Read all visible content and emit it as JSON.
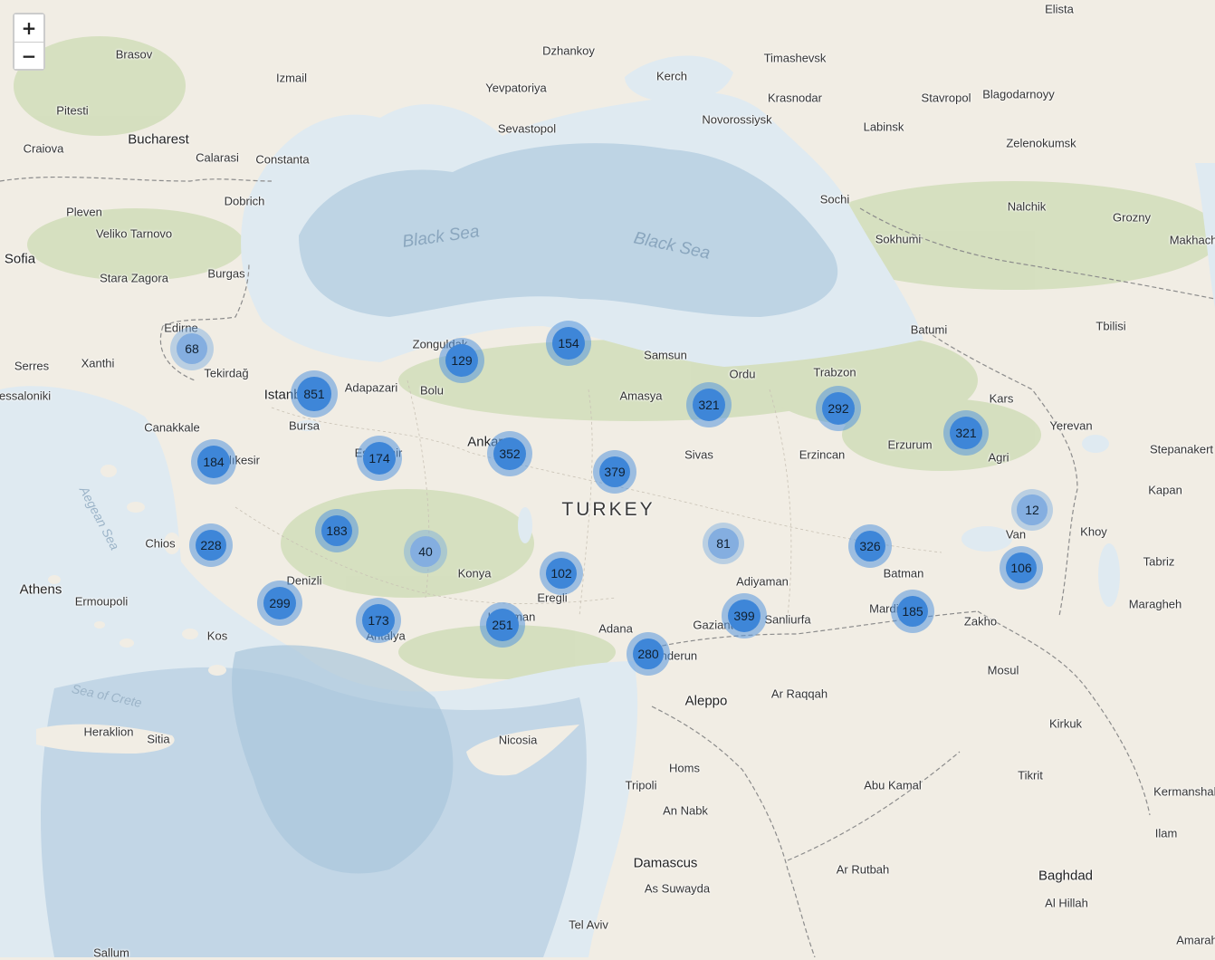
{
  "zoom": {
    "in_label": "+",
    "out_label": "−"
  },
  "country_label": "TURKEY",
  "seas": [
    "Black Sea",
    "Black Sea",
    "Aegean Sea",
    "Sea of Crete"
  ],
  "cities": [
    "Brasov",
    "Izmail",
    "Dzhankoy",
    "Kerch",
    "Timashevsk",
    "Elista",
    "Yevpatoriya",
    "Krasnodar",
    "Stavropol",
    "Blagodarnoyy",
    "Pitesti",
    "Bucharest",
    "Sevastopol",
    "Novorossiysk",
    "Labinsk",
    "Craiova",
    "Calarasi",
    "Constanta",
    "Zelenokumsk",
    "Dobrich",
    "Pleven",
    "Veliko Tarnovo",
    "Sochi",
    "Nalchik",
    "Grozny",
    "Sokhumi",
    "Makhachkala",
    "Sofia",
    "Stara Zagora",
    "Burgas",
    "Edirne",
    "Zonguldak",
    "Samsun",
    "Batumi",
    "Tbilisi",
    "Serres",
    "Xanthi",
    "Tekirdağ",
    "Istanbul",
    "Adapazari",
    "Bolu",
    "Ordu",
    "Trabzon",
    "Thessaloniki",
    "Amasya",
    "Kars",
    "Canakkale",
    "Bursa",
    "Ankara",
    "Yerevan",
    "Balıkesir",
    "Eskişehir",
    "Sivas",
    "Erzincan",
    "Erzurum",
    "Agri",
    "Stepanakert",
    "Kapan",
    "Chios",
    "Van",
    "Khoy",
    "Tabriz",
    "Athens",
    "Denizli",
    "Konya",
    "Adiyaman",
    "Batman",
    "Ermoupoli",
    "Eregli",
    "Mardin",
    "Maragheh",
    "Kos",
    "Antalya",
    "Karaman",
    "Adana",
    "Gaziantep",
    "Sanliurfa",
    "Zakho",
    "Iskenderun",
    "Mosul",
    "Aleppo",
    "Ar Raqqah",
    "Heraklion",
    "Sitia",
    "Nicosia",
    "Kirkuk",
    "Homs",
    "Tikrit",
    "Tripoli",
    "Abu Kamal",
    "Kermanshah",
    "An Nabk",
    "Ilam",
    "Damascus",
    "Ar Rutbah",
    "Baghdad",
    "As Suwayda",
    "Al Hillah",
    "Tel Aviv",
    "Amarah",
    "Sallum"
  ],
  "clusters": [
    {
      "count": "68",
      "shade": "light"
    },
    {
      "count": "129",
      "shade": "dark"
    },
    {
      "count": "154",
      "shade": "dark"
    },
    {
      "count": "851",
      "shade": "dark"
    },
    {
      "count": "321",
      "shade": "dark"
    },
    {
      "count": "292",
      "shade": "dark"
    },
    {
      "count": "321",
      "shade": "dark"
    },
    {
      "count": "184",
      "shade": "dark"
    },
    {
      "count": "174",
      "shade": "dark"
    },
    {
      "count": "352",
      "shade": "dark"
    },
    {
      "count": "379",
      "shade": "dark"
    },
    {
      "count": "12",
      "shade": "light"
    },
    {
      "count": "228",
      "shade": "dark"
    },
    {
      "count": "183",
      "shade": "dark"
    },
    {
      "count": "40",
      "shade": "light"
    },
    {
      "count": "102",
      "shade": "dark"
    },
    {
      "count": "81",
      "shade": "light"
    },
    {
      "count": "326",
      "shade": "dark"
    },
    {
      "count": "106",
      "shade": "dark"
    },
    {
      "count": "299",
      "shade": "dark"
    },
    {
      "count": "173",
      "shade": "dark"
    },
    {
      "count": "251",
      "shade": "dark"
    },
    {
      "count": "399",
      "shade": "dark"
    },
    {
      "count": "185",
      "shade": "dark"
    },
    {
      "count": "280",
      "shade": "dark"
    }
  ],
  "colors": {
    "land": "#f1ede4",
    "sea": "#dfeaf1",
    "deep_sea": "#a9c6dc",
    "forest": "#c9d8b0",
    "cluster": "#3e86d8"
  }
}
